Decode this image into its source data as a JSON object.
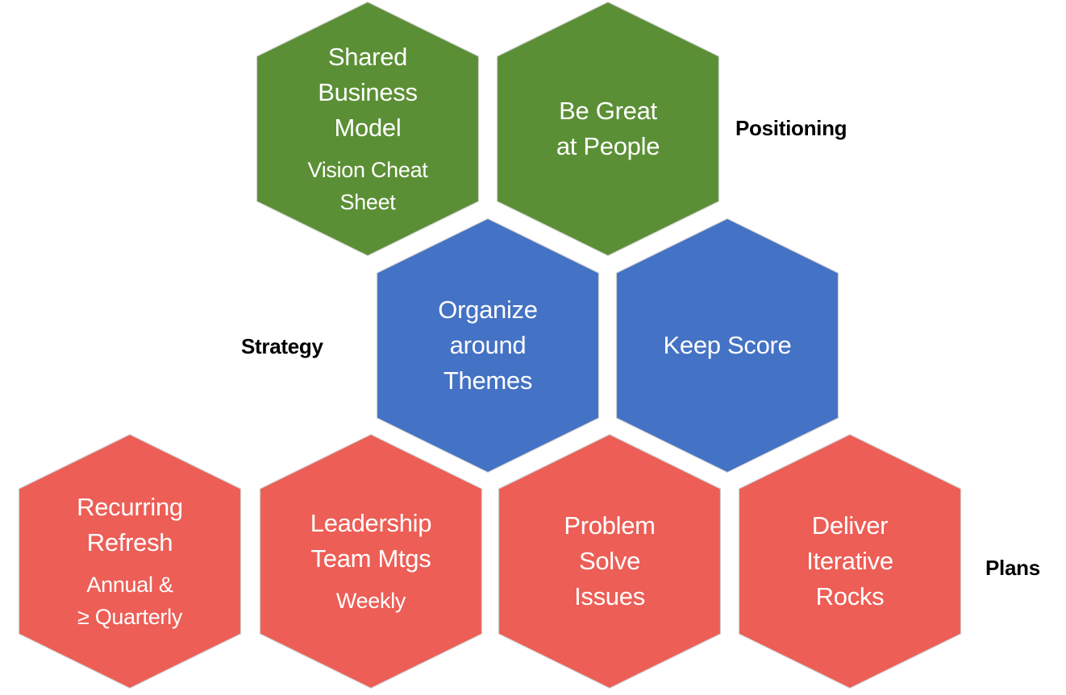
{
  "colors": {
    "green": "#5B8F35",
    "blue": "#4472C4",
    "red": "#EC5E56",
    "outline": "#D0D0D0",
    "text": "#FFFFFF",
    "label": "#000000"
  },
  "row_labels": {
    "positioning": "Positioning",
    "strategy": "Strategy",
    "plans": "Plans"
  },
  "rows": [
    {
      "name": "positioning",
      "color": "green",
      "hexagons": [
        {
          "title": "Shared\nBusiness\nModel",
          "subtitle": "Vision Cheat\nSheet"
        },
        {
          "title": "Be Great\nat People",
          "subtitle": ""
        }
      ]
    },
    {
      "name": "strategy",
      "color": "blue",
      "hexagons": [
        {
          "title": "Organize\naround\nThemes",
          "subtitle": ""
        },
        {
          "title": "Keep Score",
          "subtitle": ""
        }
      ]
    },
    {
      "name": "plans",
      "color": "red",
      "hexagons": [
        {
          "title": "Recurring\nRefresh",
          "subtitle": "Annual &\n≥ Quarterly"
        },
        {
          "title": "Leadership\nTeam Mtgs",
          "subtitle": "Weekly"
        },
        {
          "title": "Problem\nSolve\nIssues",
          "subtitle": ""
        },
        {
          "title": "Deliver\nIterative\nRocks",
          "subtitle": ""
        }
      ]
    }
  ]
}
